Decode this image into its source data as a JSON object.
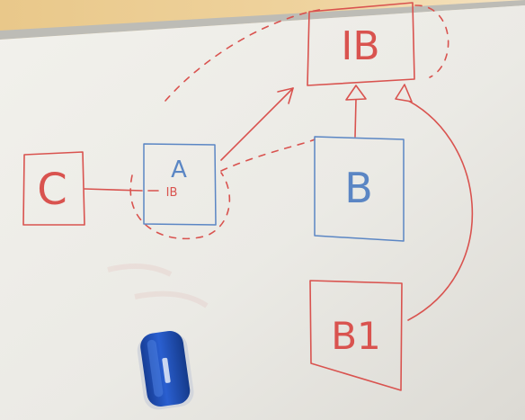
{
  "photo": {
    "boxes": {
      "c": {
        "label": "C"
      },
      "a": {
        "label": "A",
        "port_label": "IB"
      },
      "ib": {
        "label": "IB"
      },
      "b": {
        "label": "B"
      },
      "b1": {
        "label": "B1"
      }
    },
    "colors": {
      "red_marker": "#d9534f",
      "blue_marker": "#5b86c4",
      "board": "#ecebe6",
      "wall": "#e7c98e",
      "eraser_body": "#1f4fb5"
    },
    "eraser": {
      "icon": "whiteboard-eraser-icon"
    }
  }
}
